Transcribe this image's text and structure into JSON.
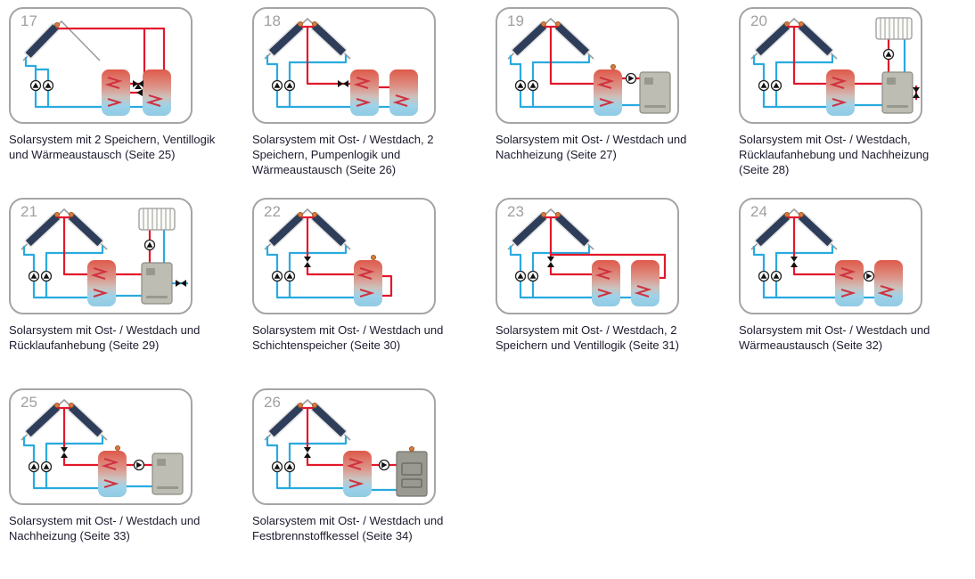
{
  "page": {
    "background": "#ffffff",
    "type": "system-schematic-overview"
  },
  "colors": {
    "pipe_hot": "#e2182b",
    "pipe_cold": "#29aadf",
    "collector_panel": "#2e3d59",
    "tank_top": "#de5a4b",
    "tank_bottom": "#8fcbe4",
    "sensor": "#d97a3c",
    "card_border": "#a5a5a5",
    "number_gray": "#a0a0a0",
    "caption_text": "#1b1b2e",
    "boiler_gray": "#bdbdb4"
  },
  "systems": [
    {
      "number": "17",
      "caption": "Solarsystem mit 2 Speichern, Ventillogik und Wärmeaustausch (Seite 25)"
    },
    {
      "number": "18",
      "caption": "Solarsystem mit Ost- / Westdach, 2 Speichern, Pumpenlogik und Wärmeaustausch (Seite 26)"
    },
    {
      "number": "19",
      "caption": "Solarsystem mit Ost- / Westdach und Nachheizung (Seite 27)"
    },
    {
      "number": "20",
      "caption": "Solarsystem mit Ost- / Westdach, Rücklaufanhebung und Nachheizung (Seite 28)"
    },
    {
      "number": "21",
      "caption": "Solarsystem mit Ost- / Westdach und Rücklaufanhebung (Seite 29)"
    },
    {
      "number": "22",
      "caption": "Solarsystem mit Ost- / Westdach und Schichtenspeicher (Seite 30)"
    },
    {
      "number": "23",
      "caption": "Solarsystem mit Ost- / Westdach, 2 Speichern und Ventillogik (Seite 31)"
    },
    {
      "number": "24",
      "caption": "Solarsystem mit Ost- / Westdach und Wärmeaustausch (Seite 32)"
    },
    {
      "number": "25",
      "caption": "Solarsystem mit Ost- / Westdach und Nachheizung (Seite 33)"
    },
    {
      "number": "26",
      "caption": "Solarsystem mit Ost- / Westdach und Festbrennstoffkessel (Seite 34)"
    }
  ]
}
